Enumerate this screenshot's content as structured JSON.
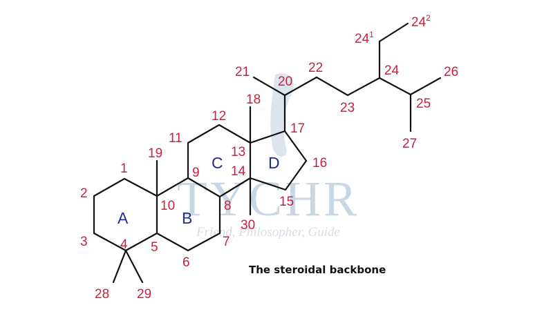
{
  "caption": "The steroidal backbone",
  "watermark": {
    "main": "TYCHR",
    "tagline": "Friend, Philosopher, Guide"
  },
  "colors": {
    "atom_labels": "#c8203f",
    "ring_labels": "#1f2f8c",
    "bonds": "#111111",
    "watermark": "#c9d6e3"
  },
  "rings": {
    "A": "A",
    "B": "B",
    "C": "C",
    "D": "D"
  },
  "atoms": {
    "c1": "1",
    "c2": "2",
    "c3": "3",
    "c4": "4",
    "c5": "5",
    "c6": "6",
    "c7": "7",
    "c8": "8",
    "c9": "9",
    "c10": "10",
    "c11": "11",
    "c12": "12",
    "c13": "13",
    "c14": "14",
    "c15": "15",
    "c16": "16",
    "c17": "17",
    "c18": "18",
    "c19": "19",
    "c20": "20",
    "c21": "21",
    "c22": "22",
    "c23": "23",
    "c24": "24",
    "c24_1_base": "24",
    "c24_1_sup": "1",
    "c24_2_base": "24",
    "c24_2_sup": "2",
    "c25": "25",
    "c26": "26",
    "c27": "27",
    "c28": "28",
    "c29": "29",
    "c30": "30"
  }
}
